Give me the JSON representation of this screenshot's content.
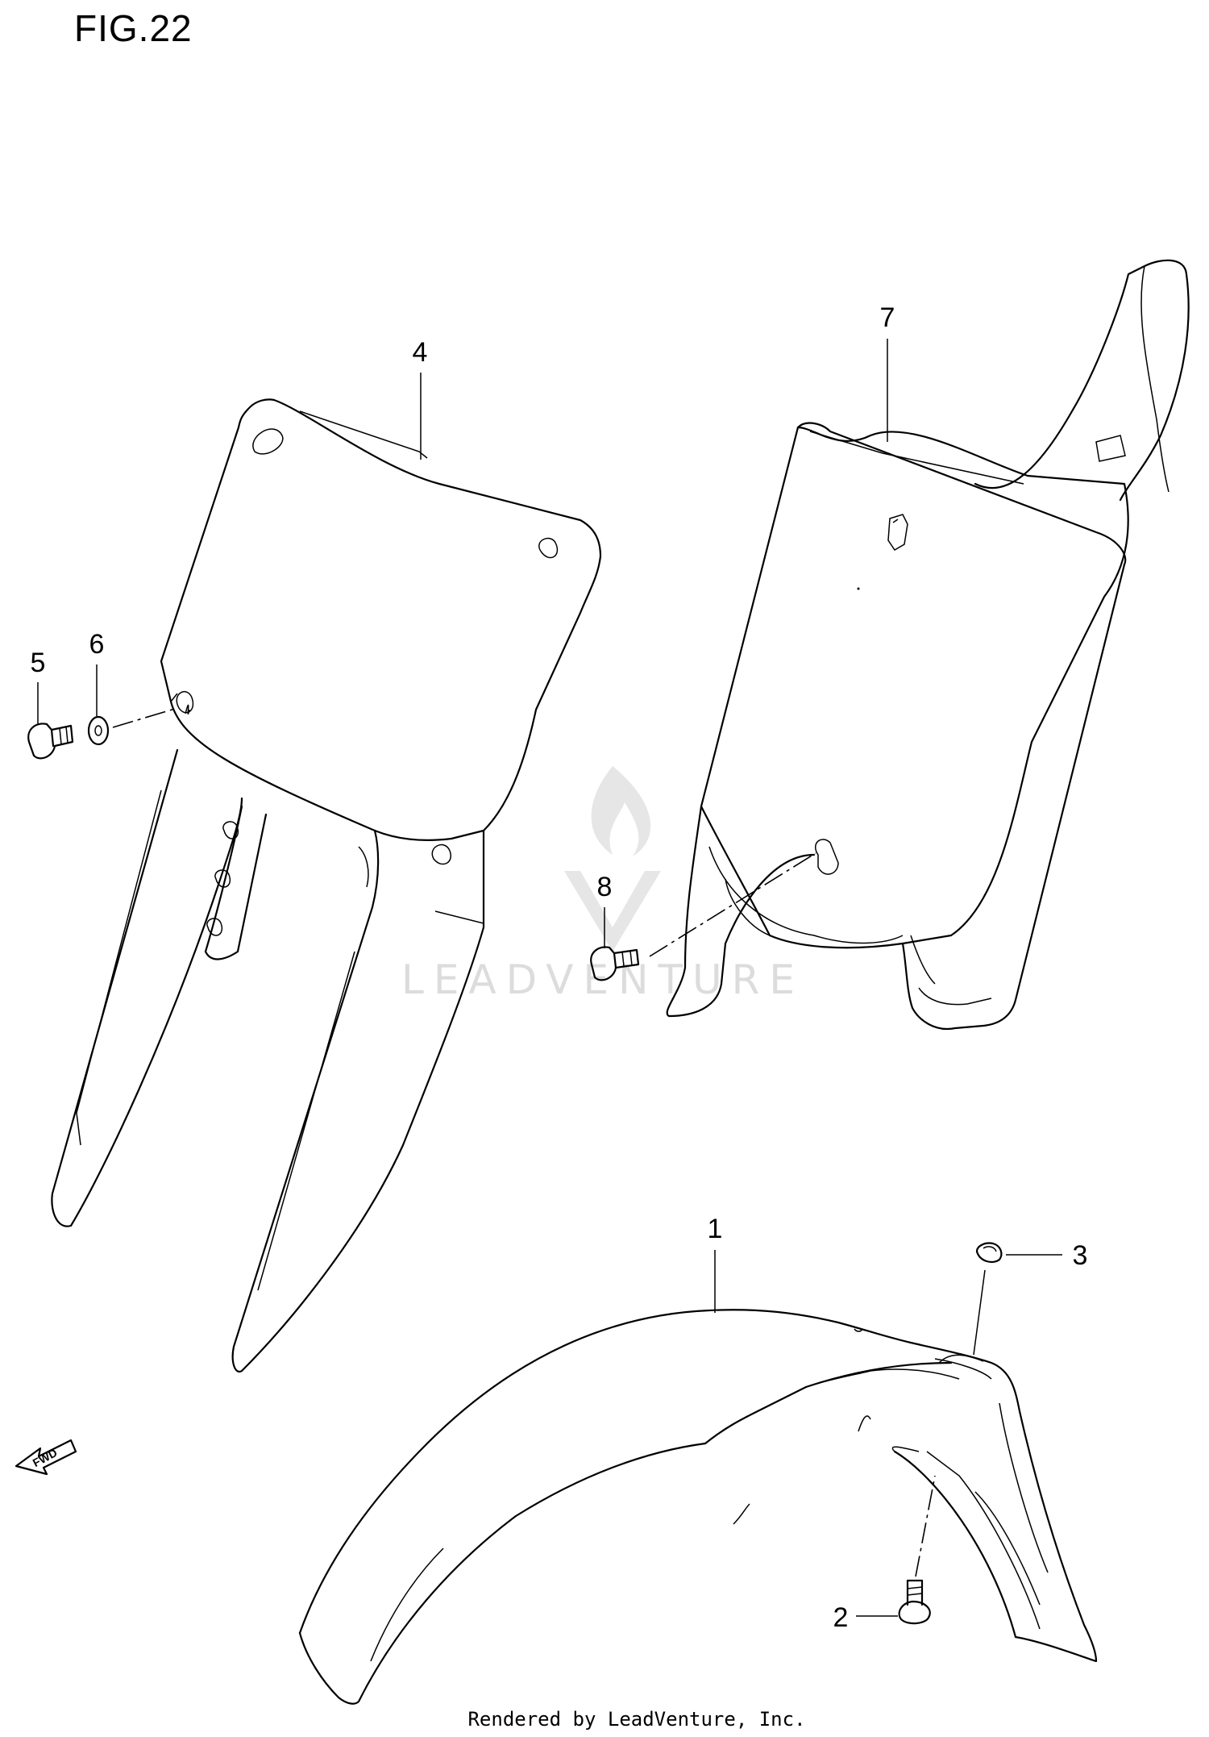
{
  "figure": {
    "title": "FIG.22"
  },
  "parts": [
    {
      "number": "1"
    },
    {
      "number": "2"
    },
    {
      "number": "3"
    },
    {
      "number": "4"
    },
    {
      "number": "5"
    },
    {
      "number": "6"
    },
    {
      "number": "7"
    },
    {
      "number": "8"
    }
  ],
  "direction_indicator": {
    "label": "FWD",
    "icon": "forward-arrow-icon"
  },
  "watermark": {
    "text": "LEADVENTURE",
    "icon": "flame-logo-icon"
  },
  "footer": {
    "text": "Rendered by LeadVenture, Inc."
  }
}
